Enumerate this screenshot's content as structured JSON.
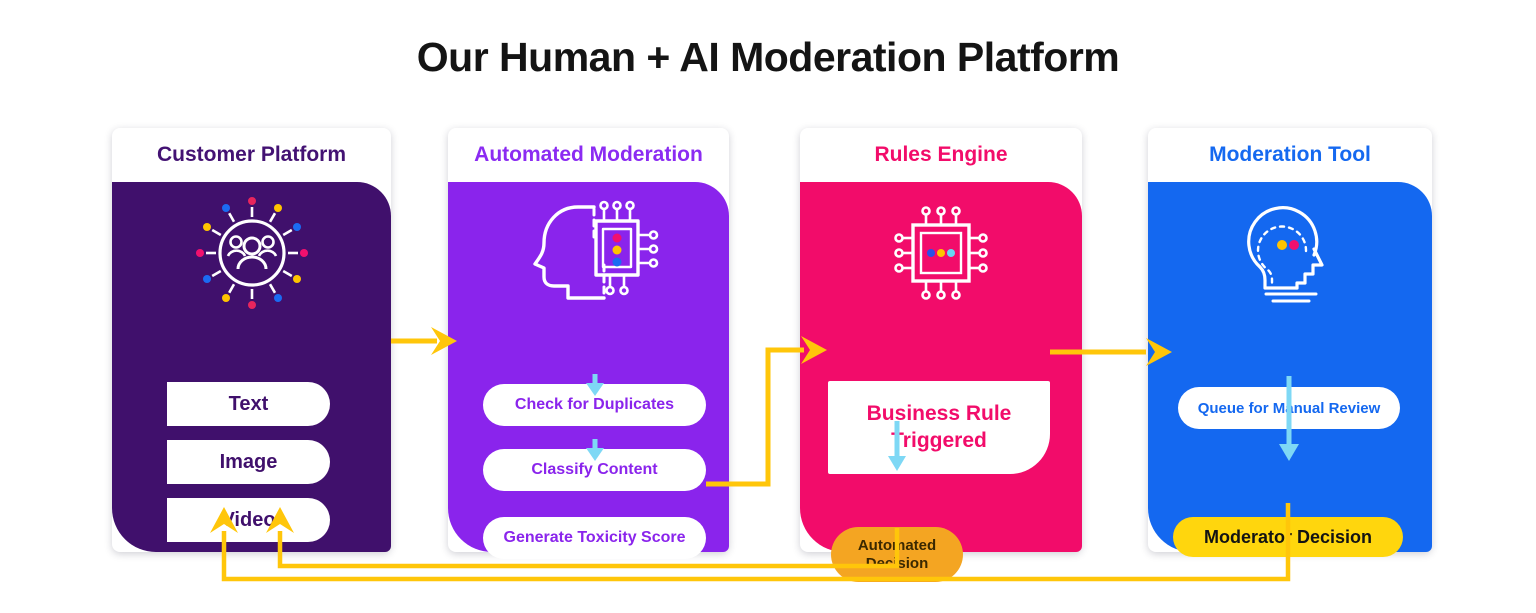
{
  "title": "Our Human + AI Moderation Platform",
  "panels": [
    {
      "header": "Customer Platform",
      "icon": "network-users-icon",
      "items": [
        "Text",
        "Image",
        "Video"
      ]
    },
    {
      "header": "Automated Moderation",
      "icon": "head-chip-icon",
      "items": [
        "Check for Duplicates",
        "Classify Content",
        "Generate Toxicity Score"
      ]
    },
    {
      "header": "Rules Engine",
      "icon": "chip-icon",
      "box": "Business Rule Triggered",
      "decision": "Automated Decision"
    },
    {
      "header": "Moderation Tool",
      "icon": "head-profile-icon",
      "queue": "Queue for Manual Review",
      "decision": "Moderator Decision"
    }
  ],
  "colors": {
    "panel_customer": "#40106C",
    "panel_automated": "#8A24EC",
    "panel_rules": "#F20C6A",
    "panel_moderation": "#1468F0",
    "arrow_yellow": "#FFC60A",
    "arrow_cyan": "#7ED8F5",
    "decision_orange": "#F4A522",
    "decision_yellow": "#FFD60D",
    "dot_red": "#E8255D",
    "dot_pink": "#F2106E",
    "dot_yellow": "#FFC400",
    "dot_blue": "#1B6BF2",
    "dot_cyan": "#66D9F2"
  }
}
